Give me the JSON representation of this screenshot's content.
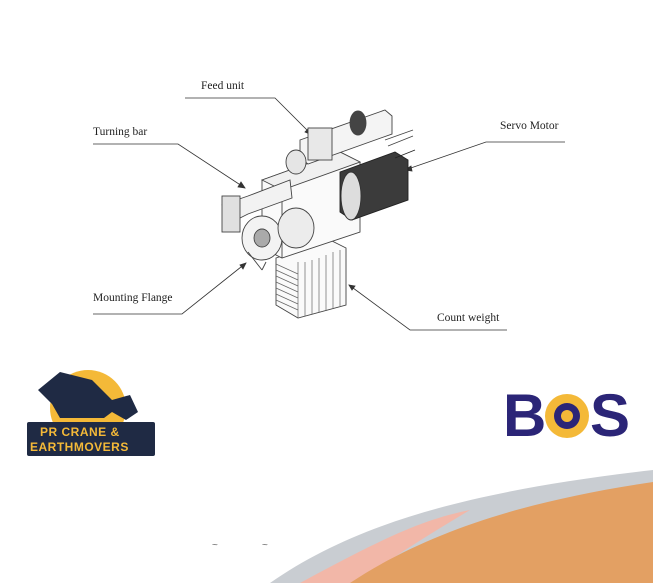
{
  "diagram": {
    "labels": {
      "feed_unit": "Feed unit",
      "turning_bar": "Turning bar",
      "servo_motor": "Servo Motor",
      "mounting_flange": "Mounting Flange",
      "count_weight": "Count weight"
    }
  },
  "logos": {
    "pr_crane": {
      "line1": "PR CRANE &",
      "line2": "EARTHMOVERS"
    },
    "bos": {
      "left": "B",
      "right": "S"
    }
  },
  "colors": {
    "accent_orange": "#e3a063",
    "accent_grey": "#c9cdd2",
    "accent_pink": "#f2b7a8",
    "brand_navy": "#2b2577",
    "brand_yellow": "#f4b938"
  }
}
